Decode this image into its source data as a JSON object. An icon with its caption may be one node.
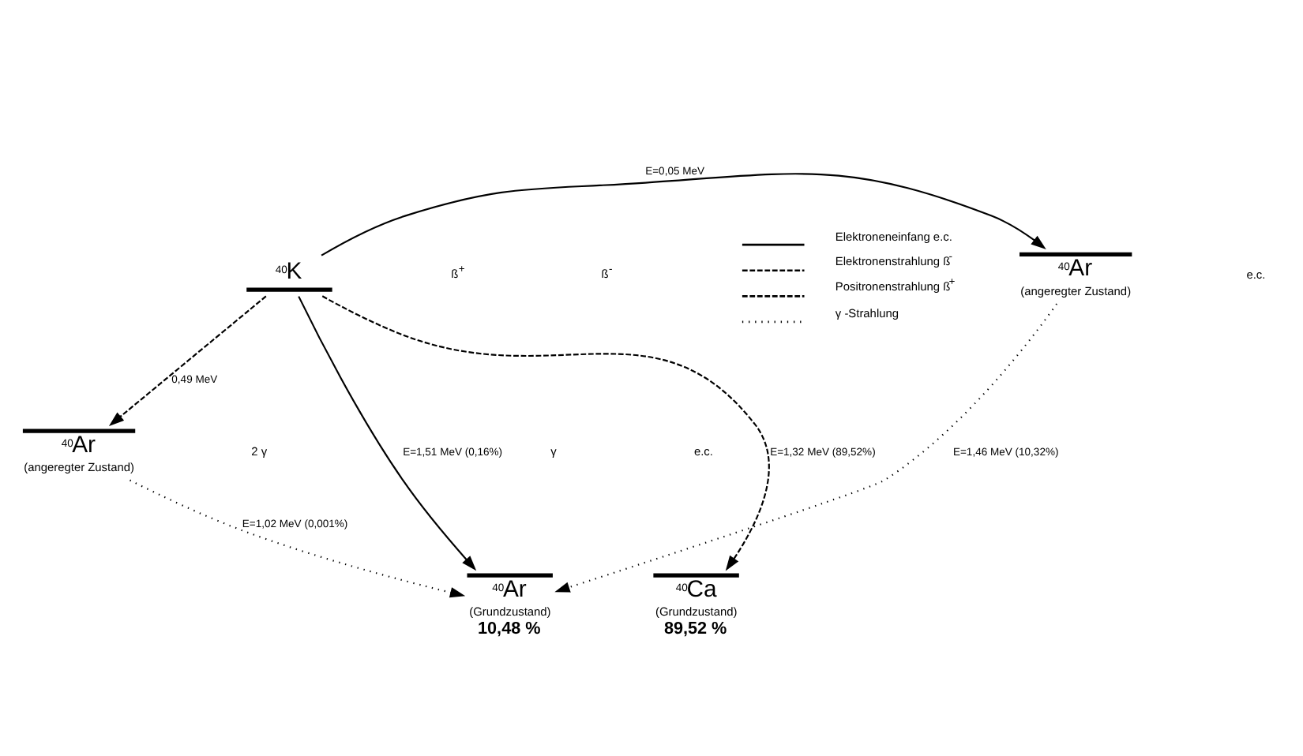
{
  "diagram": {
    "nodes": [
      {
        "text": [
          "$^{40}$K"
        ]
      },
      {
        "text": [
          "$^{40}$Ar",
          "(angeregter Zustand)"
        ]
      },
      {
        "text": [
          "$^{40}$Ar",
          "(angeregter Zustand)"
        ]
      },
      {
        "text": [
          "$^{40}$Ar",
          "(Grundzustand)",
          "10,48 %"
        ]
      },
      {
        "text": [
          "$^{40}$Ca",
          "(Grundzustand)",
          "89,52 %"
        ]
      }
    ],
    "edges": [
      {
        "from": 0,
        "to": 1,
        "arrow": "to",
        "label": "E=0,05 MeV"
      },
      {
        "from": 0,
        "to": 2,
        "arrow": "to",
        "label": "0,49 MeV",
        "style": "dashed"
      },
      {
        "from": 0,
        "to": 3,
        "arrow": "to",
        "label": "E=1,51 MeV (0,16%)"
      },
      {
        "from": 0,
        "to": 4,
        "arrow": "to",
        "label": "E=1,32 MeV (89,52%)",
        "style": "dashed"
      },
      {
        "from": 1,
        "to": 3,
        "arrow": "to",
        "label": "E=1,46 MeV (10,32%)",
        "style": "dashed"
      },
      {
        "from": 2,
        "to": 3,
        "arrow": "to",
        "label": "E=1,02 MeV (0,001%)",
        "style": "dashed"
      }
    ],
    "labels": [
      "e.c.",
      "ß$^{+}$",
      "ß$^{-}$",
      "γ",
      "e.c.",
      "2 γ"
    ],
    "legend": [
      {
        "text": "Elektroneneinfang e.c."
      },
      {
        "text": "Elektronenstrahlung ß$^{-}$"
      },
      {
        "text": "Positronenstrahlung ß$^{+}$"
      },
      {
        "text": "γ -Strahlung"
      }
    ]
  }
}
